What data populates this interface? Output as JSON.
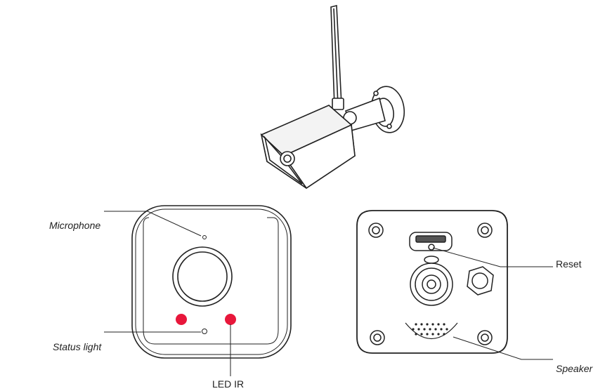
{
  "labels": {
    "microphone": "Microphone",
    "status_light": "Status light",
    "led_ir": "LED IR",
    "reset": "Reset",
    "speaker": "Speaker"
  },
  "colors": {
    "ink": "#222222",
    "led": "#e8173b"
  },
  "icons": {
    "camera": "bullet-camera-icon",
    "front": "camera-front-view",
    "back": "camera-back-view"
  }
}
